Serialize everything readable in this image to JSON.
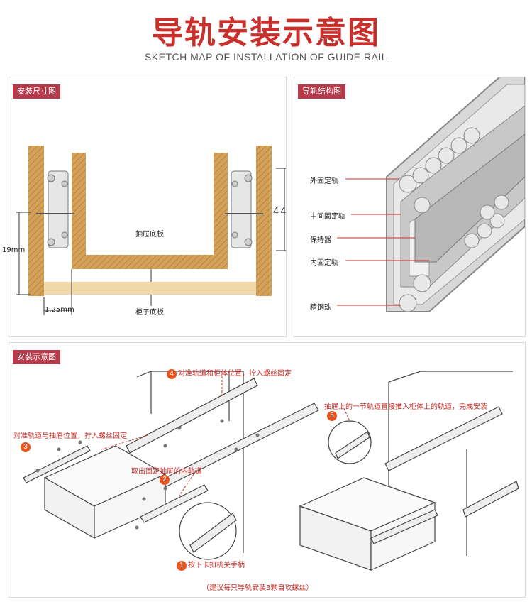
{
  "header": {
    "title": "导轨安装示意图",
    "subtitle": "SKETCH MAP OF INSTALLATION OF GUIDE RAIL"
  },
  "size_panel": {
    "tag": "安装尺寸图",
    "drawer_bottom_label": "抽屉底板",
    "cabinet_bottom_label": "柜子底板",
    "dim_height": "19mm",
    "dim_side": "44",
    "dim_gap": "1.25mm"
  },
  "structure_panel": {
    "tag": "导轨结构图",
    "labels": [
      "外固定轨",
      "中间固定轨",
      "保持器",
      "内固定轨",
      "精钢珠"
    ]
  },
  "install_panel": {
    "tag": "安装示意图",
    "step1": {
      "num": "1",
      "text": "按下卡扣机关手柄"
    },
    "step2": {
      "num": "2",
      "text": "取出固定抽屉的内轨道"
    },
    "step3": {
      "num": "3",
      "text": "对准轨道与抽屉位置，拧入螺丝固定"
    },
    "step4": {
      "num": "4",
      "text": "对准轨道和柜体位置，拧入螺丝固定"
    },
    "step5": {
      "num": "5",
      "text": "抽屉上的一节轨道直接推入柜体上的轨道，完成安装"
    },
    "note": "（建议每只导轨安装3颗自攻螺丝）"
  },
  "colors": {
    "accent": "#c9302c",
    "tag_bg": "#b73a4a",
    "wood": "#d4a15a",
    "wood_light": "#f0d8a8",
    "step_badge": "#e8541e"
  }
}
